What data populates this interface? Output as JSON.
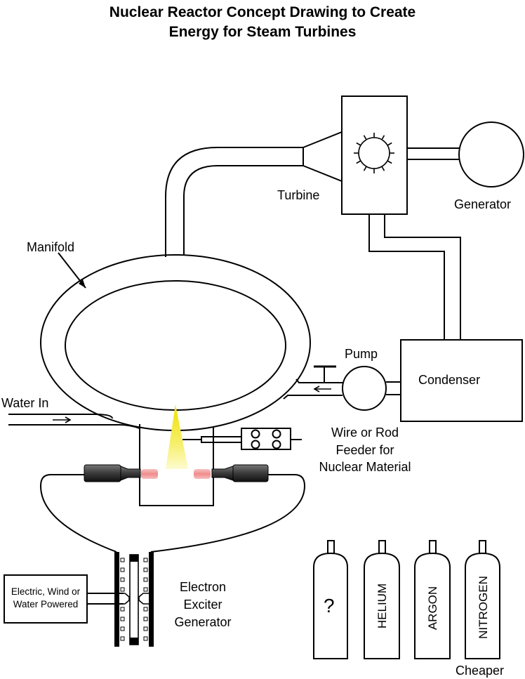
{
  "title_line1": "Nuclear Reactor Concept Drawing to Create",
  "title_line2": "Energy for Steam Turbines",
  "labels": {
    "turbine": "Turbine",
    "generator": "Generator",
    "manifold": "Manifold",
    "pump": "Pump",
    "condenser": "Condenser",
    "water_in": "Water In",
    "feeder_line1": "Wire or Rod",
    "feeder_line2": "Feeder for",
    "feeder_line3": "Nuclear Material",
    "exciter_line1": "Electron",
    "exciter_line2": "Exciter",
    "exciter_line3": "Generator",
    "power_line1": "Electric, Wind or",
    "power_line2": "Water Powered",
    "cheaper": "Cheaper"
  },
  "gas_tanks": [
    {
      "label": "?"
    },
    {
      "label": "HELIUM"
    },
    {
      "label": "ARGON"
    },
    {
      "label": "NITROGEN"
    }
  ]
}
